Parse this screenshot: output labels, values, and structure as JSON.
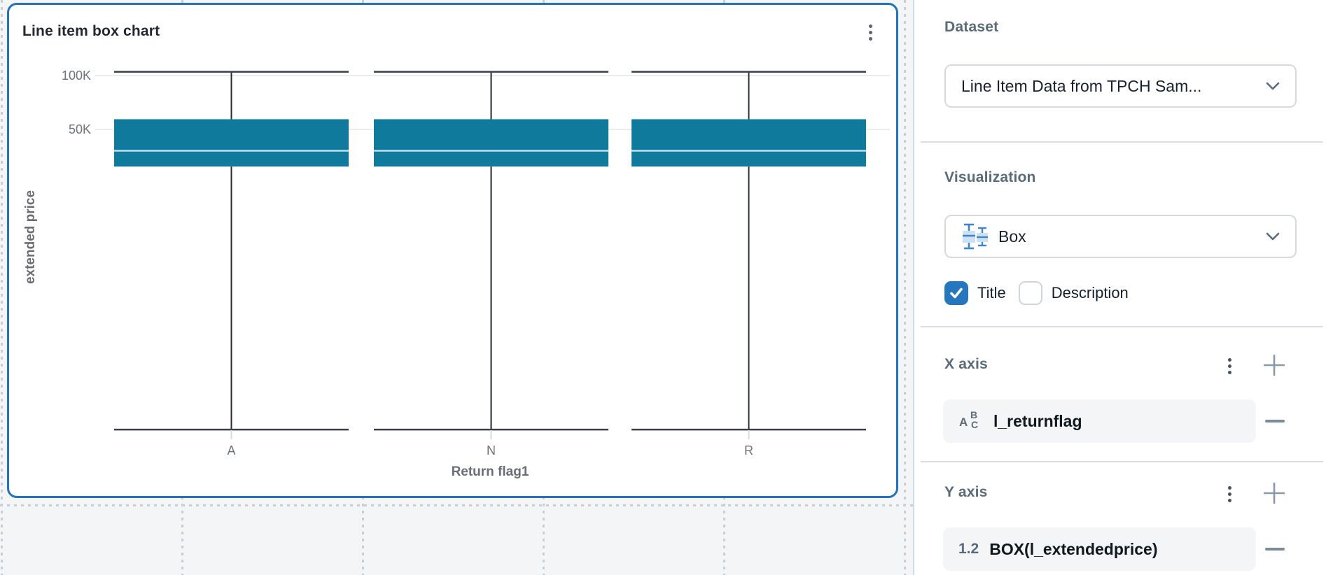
{
  "card": {
    "title": "Line item box chart"
  },
  "chart_data": {
    "type": "box",
    "title": "Line item box chart",
    "xlabel": "Return flag1",
    "ylabel": "extended price",
    "scale": "log",
    "categories": [
      "A",
      "N",
      "R"
    ],
    "y_ticks": [
      {
        "label": "100K",
        "value": 100000
      },
      {
        "label": "50K",
        "value": 50000
      }
    ],
    "boxes": [
      {
        "category": "A",
        "min": 1050,
        "q1": 31000,
        "median": 38000,
        "q3": 57000,
        "max": 105000
      },
      {
        "category": "N",
        "min": 1050,
        "q1": 31000,
        "median": 38000,
        "q3": 57000,
        "max": 105000
      },
      {
        "category": "R",
        "min": 1050,
        "q1": 31000,
        "median": 38000,
        "q3": 57000,
        "max": 105000
      }
    ],
    "legend": "none",
    "grid": "horizontal",
    "colors": {
      "box_fill": "#107a9c",
      "median_line": "#bfe0ec",
      "whisker": "#272c31",
      "cap": "#3a4046",
      "gridline": "#e9ebec",
      "tick": "#d6dadd",
      "tick_label": "#6d7379",
      "axis_title": "#686e74"
    }
  },
  "panel": {
    "dataset": {
      "label": "Dataset",
      "value": "Line Item Data from TPCH Sam..."
    },
    "visualization": {
      "label": "Visualization",
      "value": "Box"
    },
    "show_options": {
      "title": {
        "label": "Title",
        "checked": true
      },
      "description": {
        "label": "Description",
        "checked": false
      }
    },
    "x_axis": {
      "label": "X axis",
      "field": {
        "type_letters": [
          "A",
          "B",
          "C"
        ],
        "name": "l_returnflag"
      }
    },
    "y_axis": {
      "label": "Y axis",
      "field": {
        "type_badge": "1.2",
        "name": "BOX(l_extendedprice)"
      }
    }
  },
  "accent_colors": {
    "selection_blue": "#2472b8",
    "checkbox_blue": "#2477bd"
  }
}
